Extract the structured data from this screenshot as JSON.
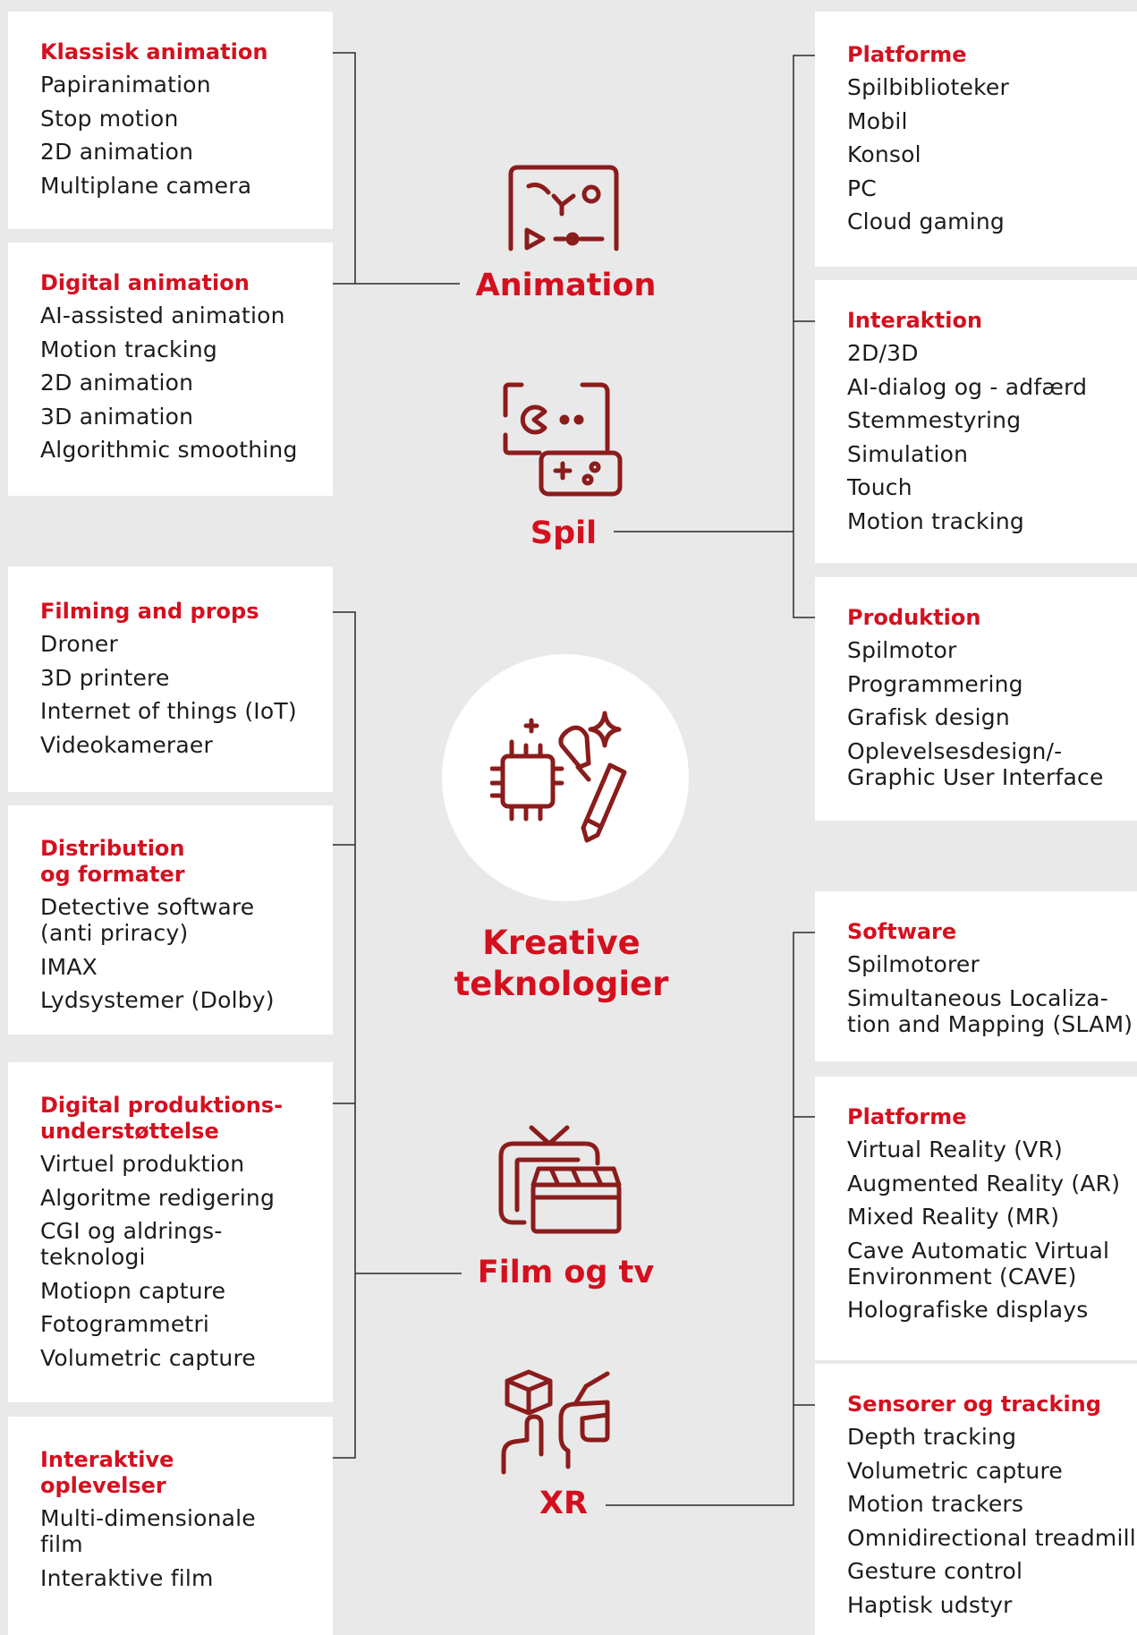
{
  "colors": {
    "accent": "#d4101f",
    "icon": "#8b1c1c",
    "line": "#2a2a2a",
    "background": "#e9e9e9",
    "box": "#ffffff"
  },
  "center": {
    "title": "Kreative\nteknologier",
    "icon": "creative-tools-icon",
    "categories": [
      {
        "label": "Animation",
        "icon": "animation-board-icon"
      },
      {
        "label": "Spil",
        "icon": "game-pacman-controller-icon"
      },
      {
        "label": "Film og tv",
        "icon": "tv-clapperboard-icon"
      },
      {
        "label": "XR",
        "icon": "vr-headset-cube-icon"
      }
    ]
  },
  "animation": {
    "boxes": [
      {
        "title": "Klassisk animation",
        "items": [
          "Papiranimation",
          "Stop motion",
          "2D animation",
          "Multiplane camera"
        ]
      },
      {
        "title": "Digital animation",
        "items": [
          "AI-assisted animation",
          "Motion tracking",
          "2D animation",
          "3D animation",
          "Algorithmic smoothing"
        ]
      }
    ]
  },
  "spil": {
    "boxes": [
      {
        "title": "Platforme",
        "items": [
          "Spilbiblioteker",
          "Mobil",
          "Konsol",
          "PC",
          "Cloud gaming"
        ]
      },
      {
        "title": "Interaktion",
        "items": [
          "2D/3D",
          "AI-dialog og - adfærd",
          "Stemmestyring",
          "Simulation",
          "Touch",
          "Motion tracking"
        ]
      },
      {
        "title": "Produktion",
        "items": [
          "Spilmotor",
          "Programmering",
          "Grafisk design",
          "Oplevelsesdesign/-\nGraphic User Interface"
        ]
      }
    ]
  },
  "film": {
    "boxes": [
      {
        "title": "Filming and props",
        "items": [
          "Droner",
          "3D printere",
          "Internet of things (IoT)",
          "Videokameraer"
        ]
      },
      {
        "title": "Distribution\nog formater",
        "items": [
          "Detective software\n(anti priracy)",
          "IMAX",
          "Lydsystemer (Dolby)"
        ]
      },
      {
        "title": "Digital produktions-\nunderstøttelse",
        "items": [
          "Virtuel produktion",
          "Algoritme redigering",
          "CGI og aldrings-\nteknologi",
          "Motiopn capture",
          "Fotogrammetri",
          "Volumetric capture"
        ]
      },
      {
        "title": "Interaktive\noplevelser",
        "items": [
          "Multi-dimensionale\nfilm",
          "Interaktive film"
        ]
      }
    ]
  },
  "xr": {
    "boxes": [
      {
        "title": "Software",
        "items": [
          "Spilmotorer",
          "Simultaneous Localiza-\ntion and Mapping (SLAM)"
        ]
      },
      {
        "title": "Platforme",
        "items": [
          "Virtual Reality (VR)",
          "Augmented Reality (AR)",
          "Mixed Reality (MR)",
          "Cave Automatic Virtual\nEnvironment (CAVE)",
          "Holografiske displays"
        ]
      },
      {
        "title": "Sensorer og tracking",
        "items": [
          "Depth tracking",
          "Volumetric capture",
          "Motion trackers",
          "Omnidirectional treadmill",
          "Gesture control",
          "Haptisk udstyr"
        ]
      }
    ]
  }
}
